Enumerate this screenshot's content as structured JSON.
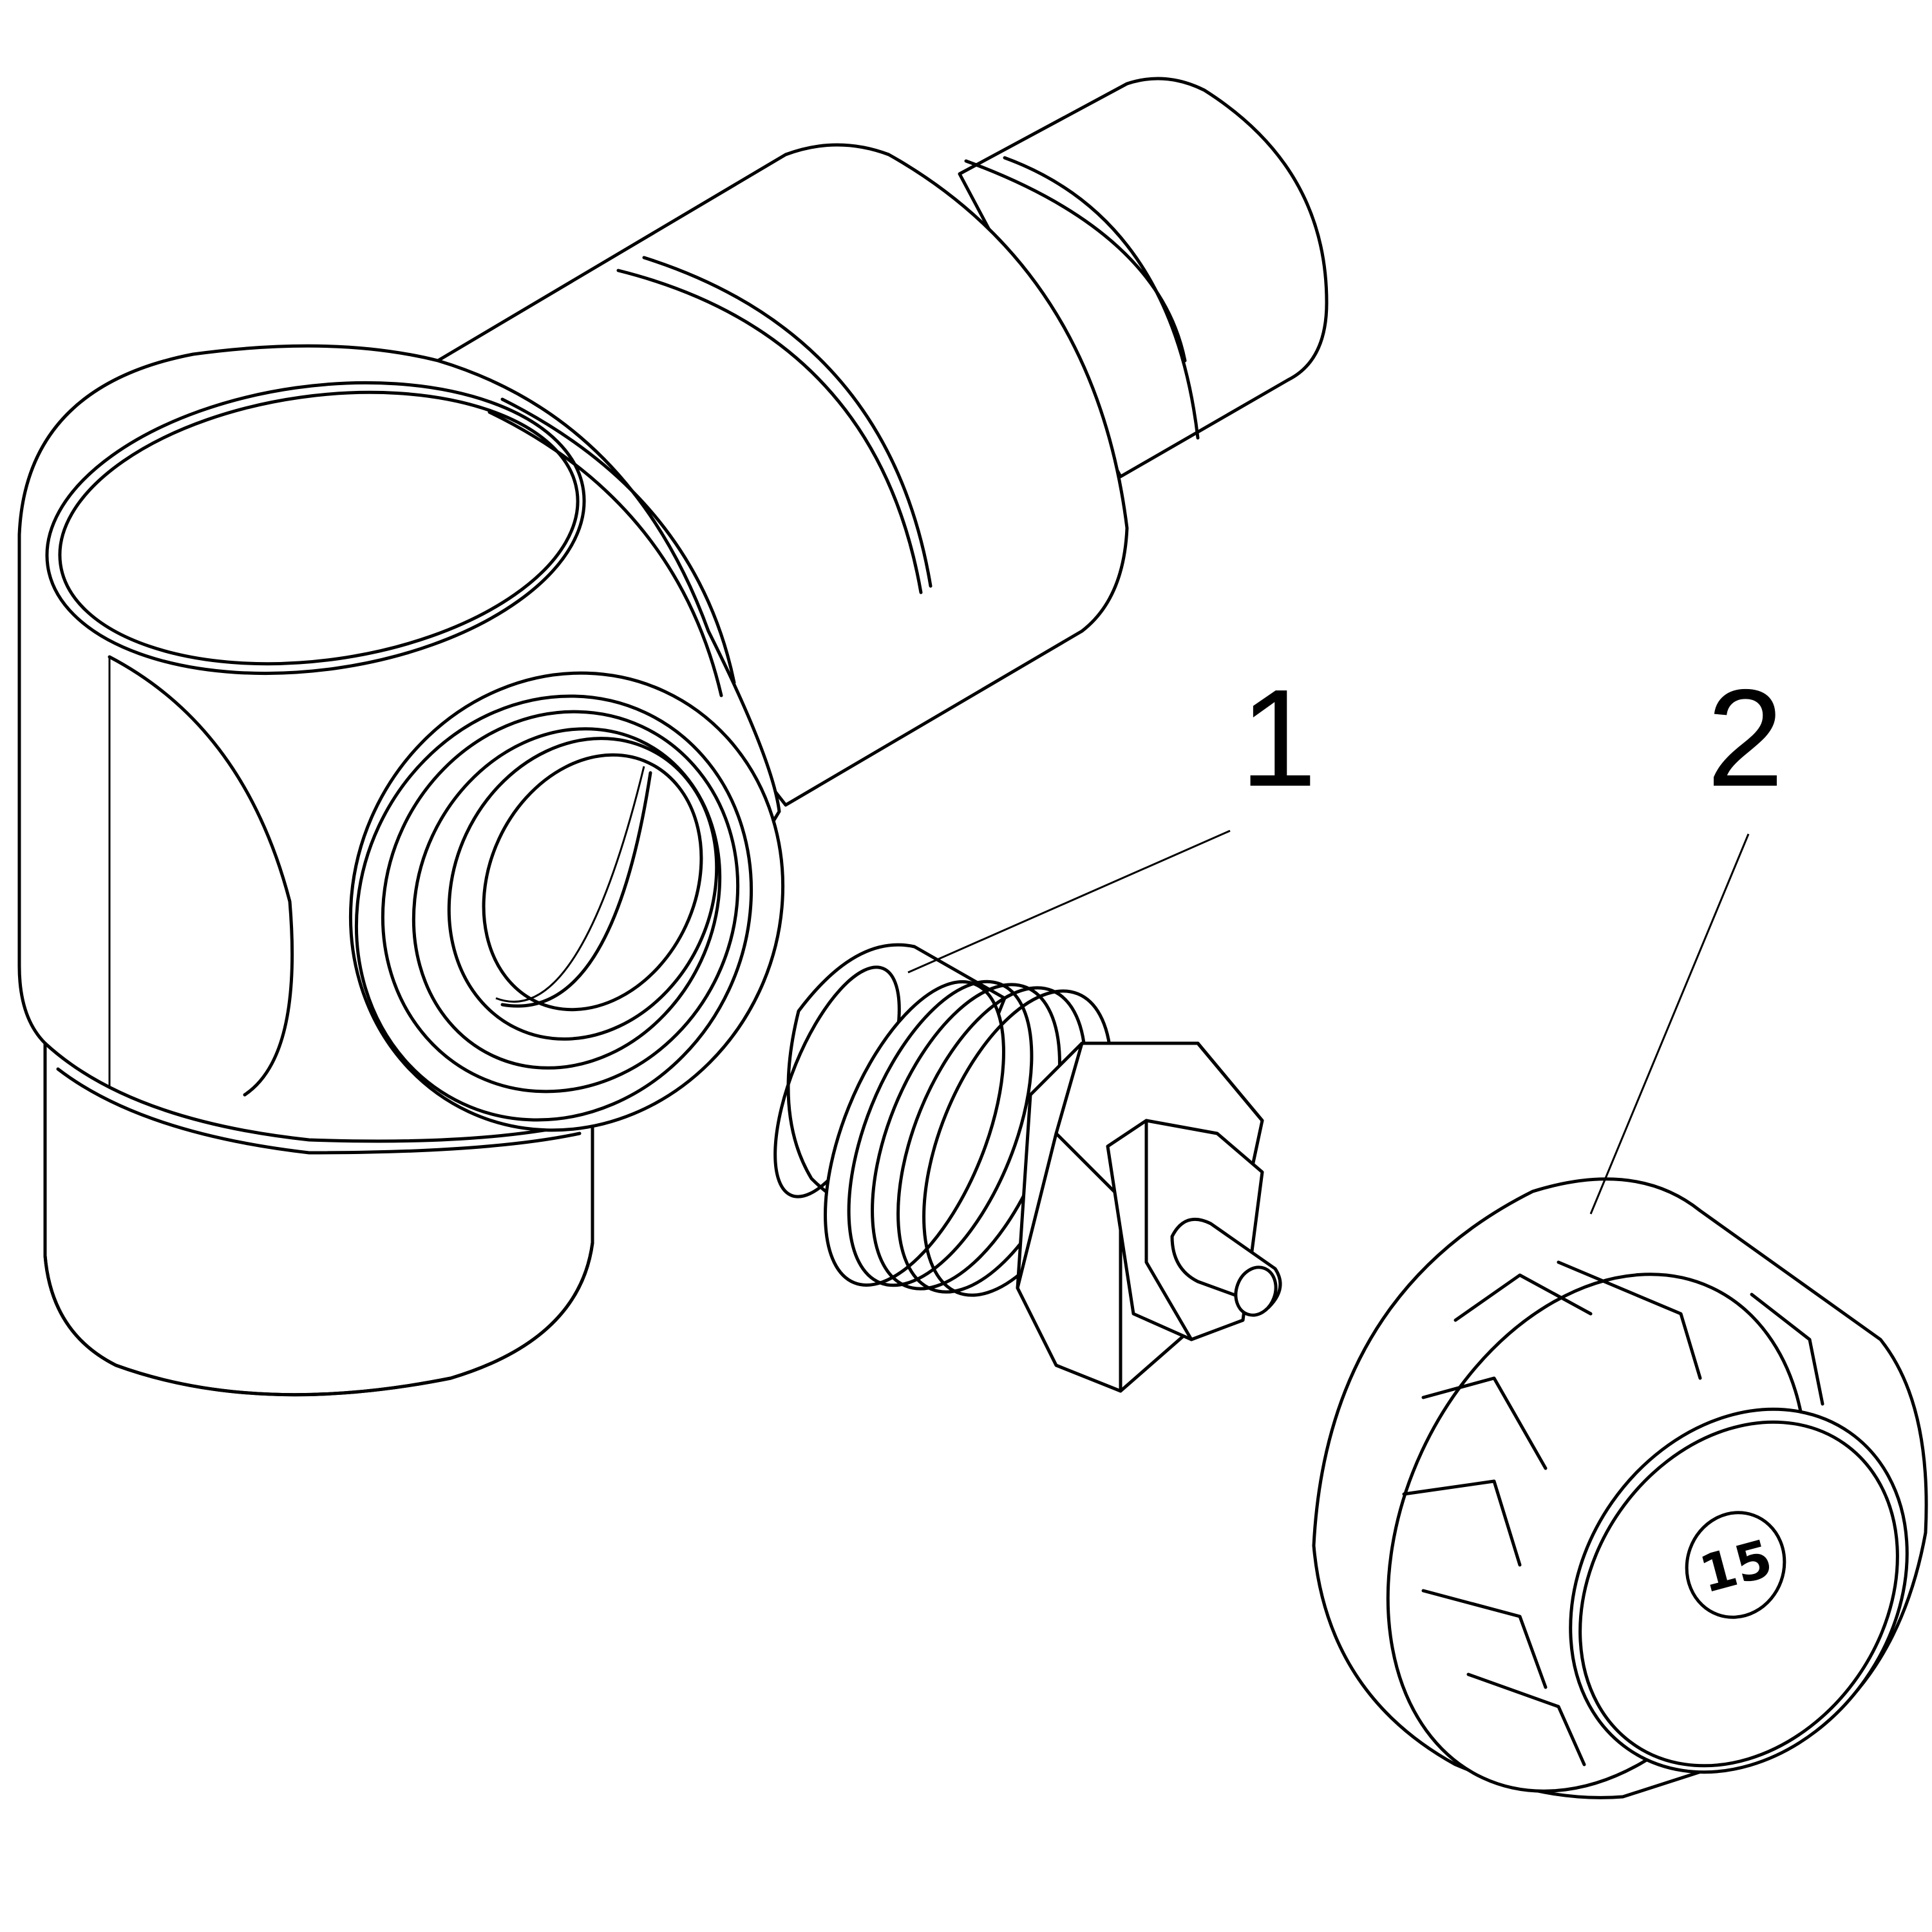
{
  "callouts": [
    {
      "id": "1",
      "label": "1"
    },
    {
      "id": "2",
      "label": "2"
    }
  ],
  "knob": {
    "marking": "15"
  },
  "colors": {
    "line": "#000000",
    "background": "#ffffff"
  }
}
